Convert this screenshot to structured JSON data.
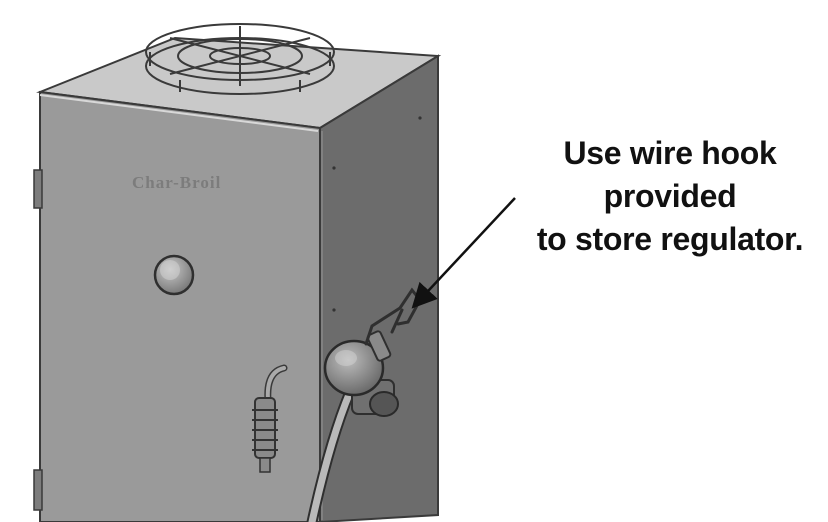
{
  "callout": {
    "lines": [
      "Use wire hook",
      "provided",
      "to store regulator."
    ]
  },
  "brand": {
    "logo_text": "Char-Broil"
  },
  "colors": {
    "panel_light": "#999999",
    "panel_dark": "#6a6a6a",
    "outline": "#3a3a3a",
    "arrow": "#111111",
    "text": "#111111"
  }
}
